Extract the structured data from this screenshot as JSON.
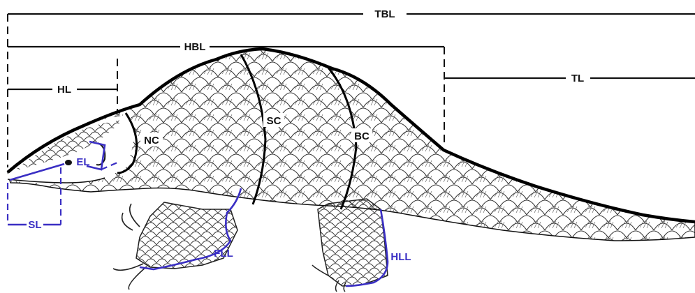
{
  "colors": {
    "ink": "#111111",
    "measure_blue": "#3a2fc4",
    "background": "#ffffff"
  },
  "labels": {
    "tbl": "TBL",
    "hbl": "HBL",
    "tl": "TL",
    "hl": "HL",
    "nc": "NC",
    "sc": "SC",
    "bc": "BC",
    "el": "EL",
    "sl": "SL",
    "fll": "FLL",
    "hll": "HLL"
  }
}
